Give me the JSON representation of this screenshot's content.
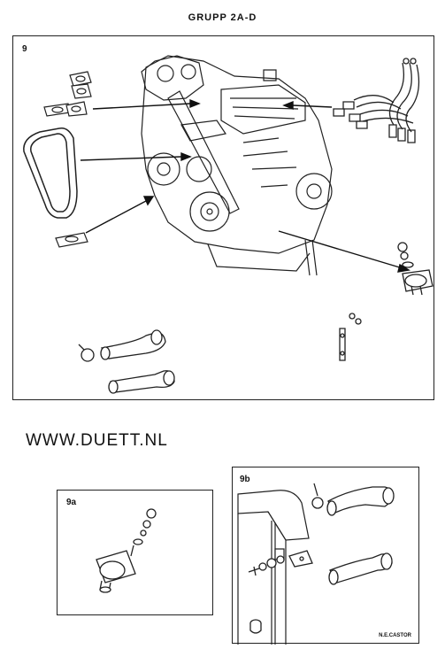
{
  "header": {
    "title": "GRUPP 2A-D"
  },
  "figure_9": {
    "label": "9"
  },
  "website": {
    "text": "WWW.DUETT.NL"
  },
  "figure_9a": {
    "label": "9a"
  },
  "figure_9b": {
    "label": "9b",
    "credit": "N.E.CASTOR"
  },
  "icons": [
    "engine-drawing",
    "v-belt-icon",
    "gasket-icon",
    "spark-plug-wires-icon",
    "engine-mount-icon",
    "radiator-hose-icon",
    "bracket-icon",
    "radiator-icon"
  ]
}
